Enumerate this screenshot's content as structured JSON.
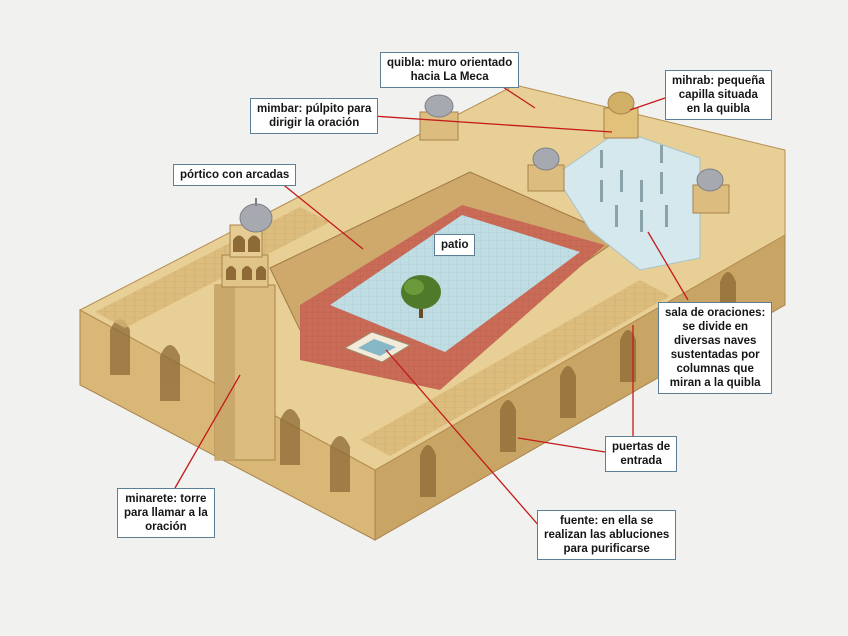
{
  "colors": {
    "background": "#f1f1ef",
    "leader_line": "#c41b1b",
    "callout_border": "#5d7f95",
    "sandstone_light": "#e8cf95",
    "sandstone_mid": "#d9b877",
    "sandstone_dark": "#b58e52",
    "courtyard_floor": "#bfdde3",
    "courtyard_border": "#c96b57",
    "prayer_hall_floor": "#d4e8ee",
    "dome": "#a7a9b0"
  },
  "labels": {
    "quibla": [
      "quibla: muro orientado",
      "hacia La Meca"
    ],
    "mihrab": [
      "mihrab: pequeña",
      "capilla situada",
      "en la quibla"
    ],
    "mimbar": [
      "mimbar: púlpito para",
      "dirigir la oración"
    ],
    "portico": [
      "pórtico con arcadas"
    ],
    "patio": [
      "patio"
    ],
    "sala": [
      "sala de oraciones:",
      "se divide en",
      "diversas naves",
      "sustentadas por",
      "columnas que",
      "miran a la quibla"
    ],
    "puertas": [
      "puertas de",
      "entrada"
    ],
    "minarete": [
      "minarete: torre",
      "para llamar a la",
      "oración"
    ],
    "fuente": [
      "fuente: en ella se",
      "realizan las abluciones",
      "para purificarse"
    ]
  }
}
